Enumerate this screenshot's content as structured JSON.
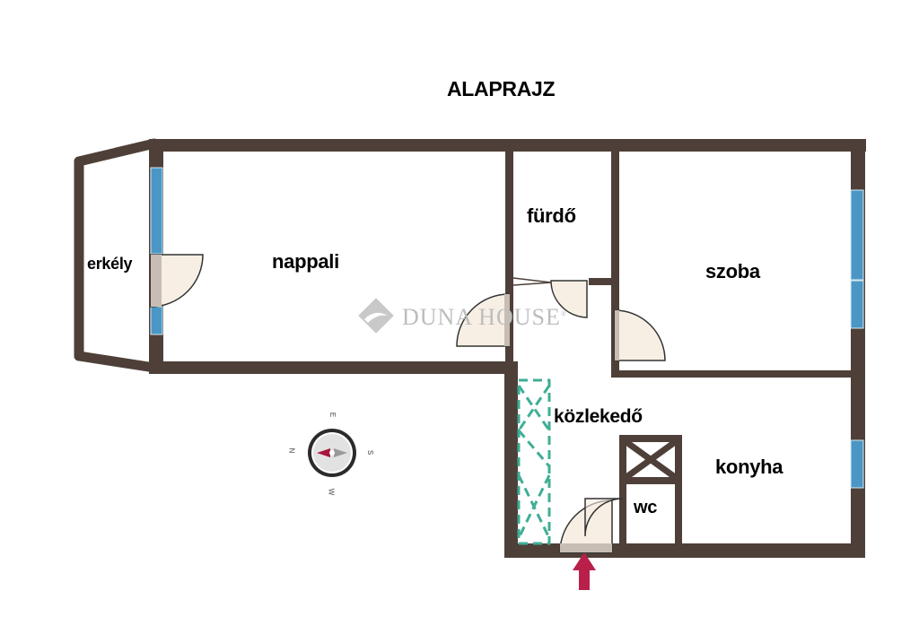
{
  "title": "ALAPRAJZ",
  "rooms": {
    "erkely": "erkély",
    "nappali": "nappali",
    "furdo": "fürdő",
    "szoba": "szoba",
    "kozlekedo": "közlekedő",
    "konyha": "konyha",
    "wc": "wc"
  },
  "watermark": {
    "brand": "DUNA HOUSE",
    "registered": "®"
  },
  "compass": {
    "north": "N",
    "east": "E",
    "south": "S",
    "west": "W"
  },
  "colors": {
    "wall": "#4e4039",
    "window": "#4a97c6",
    "door_fill": "#f7efe4",
    "wardrobe": "#3fae96",
    "entrance_arrow": "#b8204a",
    "compass_needle": "#a8173f"
  }
}
